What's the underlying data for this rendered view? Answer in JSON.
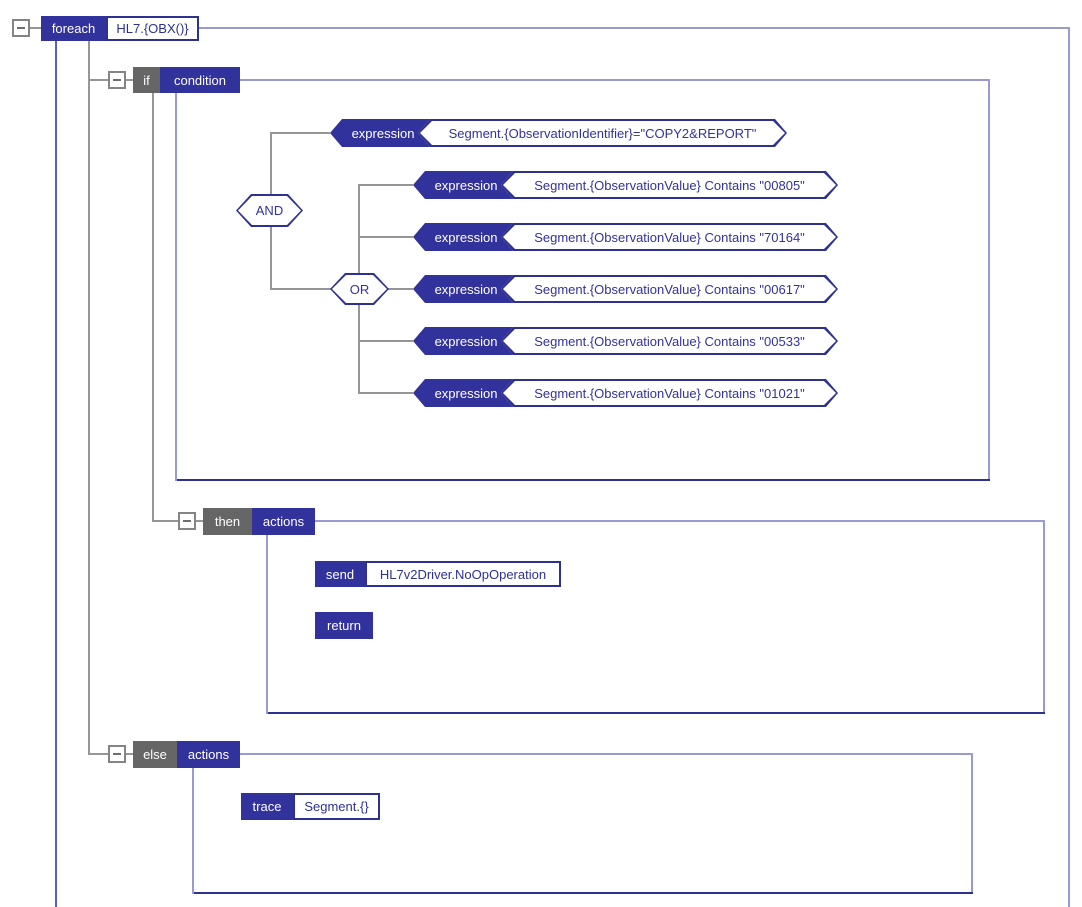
{
  "colors": {
    "node_blue": "#32329c",
    "node_gray": "#666667",
    "border_navy": "#2e3192",
    "line_gray": "#969696",
    "line_purple": "#9a9ad2",
    "line_scope_blue": "#5c5cc8"
  },
  "icons": {
    "collapse": "minus-icon"
  },
  "foreach": {
    "label": "foreach",
    "value": "HL7.{OBX()}"
  },
  "if_block": {
    "keyword": "if",
    "label": "condition"
  },
  "condition": {
    "and_operator": "AND",
    "or_operator": "OR",
    "root_expression": {
      "label": "expression",
      "value": "Segment.{ObservationIdentifier}=\"COPY2&REPORT\""
    },
    "or_expressions": [
      {
        "label": "expression",
        "value": "Segment.{ObservationValue} Contains \"00805\""
      },
      {
        "label": "expression",
        "value": "Segment.{ObservationValue} Contains \"70164\""
      },
      {
        "label": "expression",
        "value": "Segment.{ObservationValue} Contains \"00617\""
      },
      {
        "label": "expression",
        "value": "Segment.{ObservationValue} Contains \"00533\""
      },
      {
        "label": "expression",
        "value": "Segment.{ObservationValue} Contains \"01021\""
      }
    ]
  },
  "then_block": {
    "keyword": "then",
    "label": "actions",
    "send": {
      "label": "send",
      "value": "HL7v2Driver.NoOpOperation"
    },
    "return_action": {
      "label": "return"
    }
  },
  "else_block": {
    "keyword": "else",
    "label": "actions",
    "trace": {
      "label": "trace",
      "value": "Segment.{}"
    }
  }
}
